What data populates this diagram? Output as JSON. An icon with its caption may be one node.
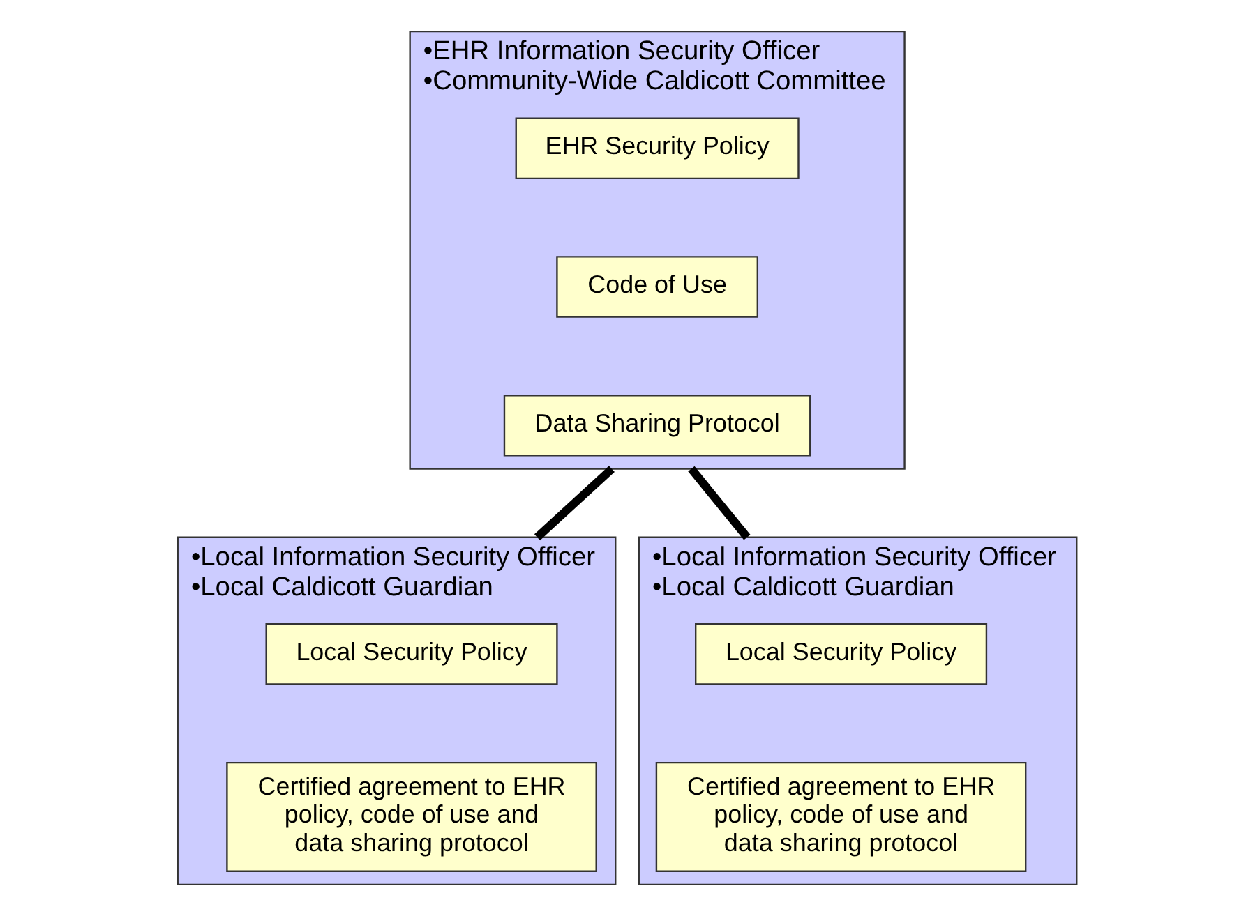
{
  "diagram": {
    "nodes": [
      {
        "text": [
          "•EHR Information Security Officer",
          "•Community-Wide Caldicott Committee"
        ]
      },
      {
        "text": [
          "EHR Security Policy"
        ],
        "in": 0
      },
      {
        "text": [
          "Code of Use"
        ],
        "in": 0
      },
      {
        "text": [
          "Data Sharing Protocol"
        ],
        "in": 0
      },
      {
        "text": [
          "•Local Information Security Officer",
          "•Local Caldicott Guardian"
        ]
      },
      {
        "text": [
          "Local Security Policy"
        ],
        "in": 4
      },
      {
        "text": [
          "Certified agreement to EHR policy, code of use and data sharing protocol"
        ],
        "in": 4
      },
      {
        "text": [
          "•Local Information Security Officer",
          "•Local Caldicott Guardian"
        ]
      },
      {
        "text": [
          "Local Security Policy"
        ],
        "in": 7
      },
      {
        "text": [
          "Certified agreement to EHR policy, code of use and data sharing protocol"
        ],
        "in": 7
      }
    ],
    "edges": [
      {
        "from": 0,
        "to": 4,
        "arrow": "none"
      },
      {
        "from": 0,
        "to": 7,
        "arrow": "none"
      }
    ]
  }
}
